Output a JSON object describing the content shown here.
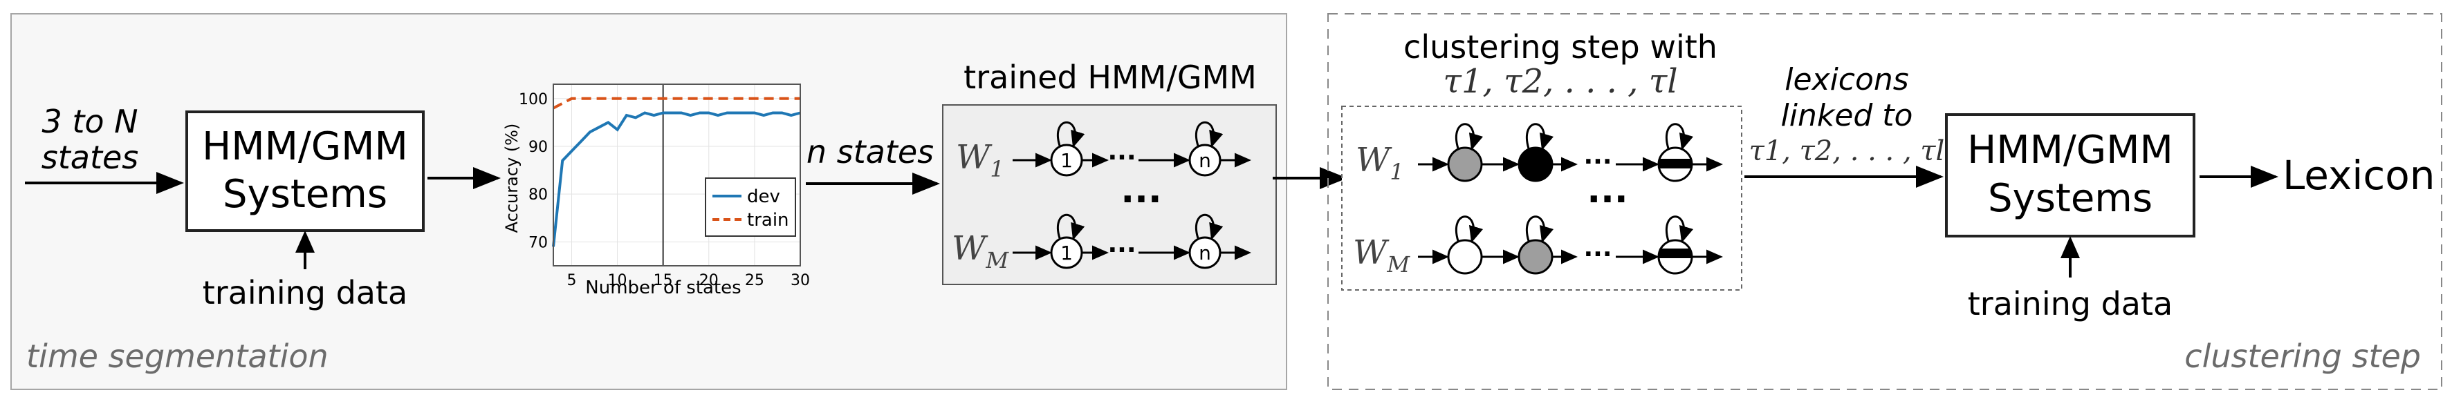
{
  "left_panel": {
    "caption": "time segmentation",
    "input_label_line1": "3 to N",
    "input_label_line2": "states",
    "system_line1": "HMM/GMM",
    "system_line2": "Systems",
    "training_label": "training data",
    "output_label": "n states",
    "trained_title": "trained HMM/GMM",
    "word_first": "W",
    "word_first_sub": "1",
    "word_last": "W",
    "word_last_sub": "M",
    "state_first": "1",
    "state_last": "n",
    "chain_dots": "···",
    "rows_dots": "···"
  },
  "right_panel": {
    "caption": "clustering step",
    "cluster_title": "clustering step with",
    "cluster_params": "τ1, τ2, . . . , τl",
    "lexicons_line1": "lexicons",
    "lexicons_line2": "linked to",
    "lexicons_params": "τ1, τ2, . . . , τl",
    "system_line1": "HMM/GMM",
    "system_line2": "Systems",
    "training_label": "training data",
    "output_label": "Lexicon",
    "word_first": "W",
    "word_first_sub": "1",
    "word_last": "W",
    "word_last_sub": "M",
    "chain_dots": "···",
    "rows_dots": "···"
  },
  "colors": {
    "left_panel_bg": "#f7f7f7",
    "dev": "#1f77b4",
    "train": "#d95319",
    "state_gray": "#9e9e9e",
    "state_black": "#000000"
  },
  "chart_data": {
    "type": "line",
    "title": "",
    "xlabel": "Number of states",
    "ylabel": "Accuracy (%)",
    "xlim": [
      3,
      30
    ],
    "ylim": [
      65,
      103
    ],
    "xticks": [
      5,
      10,
      15,
      20,
      25,
      30
    ],
    "yticks": [
      70,
      80,
      90,
      100
    ],
    "grid": true,
    "legend_position": "bottom-right",
    "vline_x": 15,
    "series": [
      {
        "name": "dev",
        "style": "solid",
        "x": [
          3,
          4,
          5,
          6,
          7,
          8,
          9,
          10,
          11,
          12,
          13,
          14,
          15,
          16,
          17,
          18,
          19,
          20,
          21,
          22,
          23,
          24,
          25,
          26,
          27,
          28,
          29,
          30
        ],
        "values": [
          69,
          87,
          89,
          91,
          93,
          94,
          95,
          93.5,
          96.5,
          96,
          97,
          96.5,
          97,
          97,
          97,
          96.5,
          97,
          97,
          96.5,
          97,
          97,
          97,
          97,
          96.5,
          97,
          97,
          96.5,
          97
        ]
      },
      {
        "name": "train",
        "style": "dashed",
        "x": [
          3,
          4,
          5,
          6,
          7,
          8,
          9,
          10,
          11,
          12,
          13,
          14,
          15,
          16,
          17,
          18,
          19,
          20,
          21,
          22,
          23,
          24,
          25,
          26,
          27,
          28,
          29,
          30
        ],
        "values": [
          98,
          99,
          100,
          100,
          100,
          100,
          100,
          100,
          100,
          100,
          100,
          100,
          100,
          100,
          100,
          100,
          100,
          100,
          100,
          100,
          100,
          100,
          100,
          100,
          100,
          100,
          100,
          100
        ]
      }
    ]
  }
}
